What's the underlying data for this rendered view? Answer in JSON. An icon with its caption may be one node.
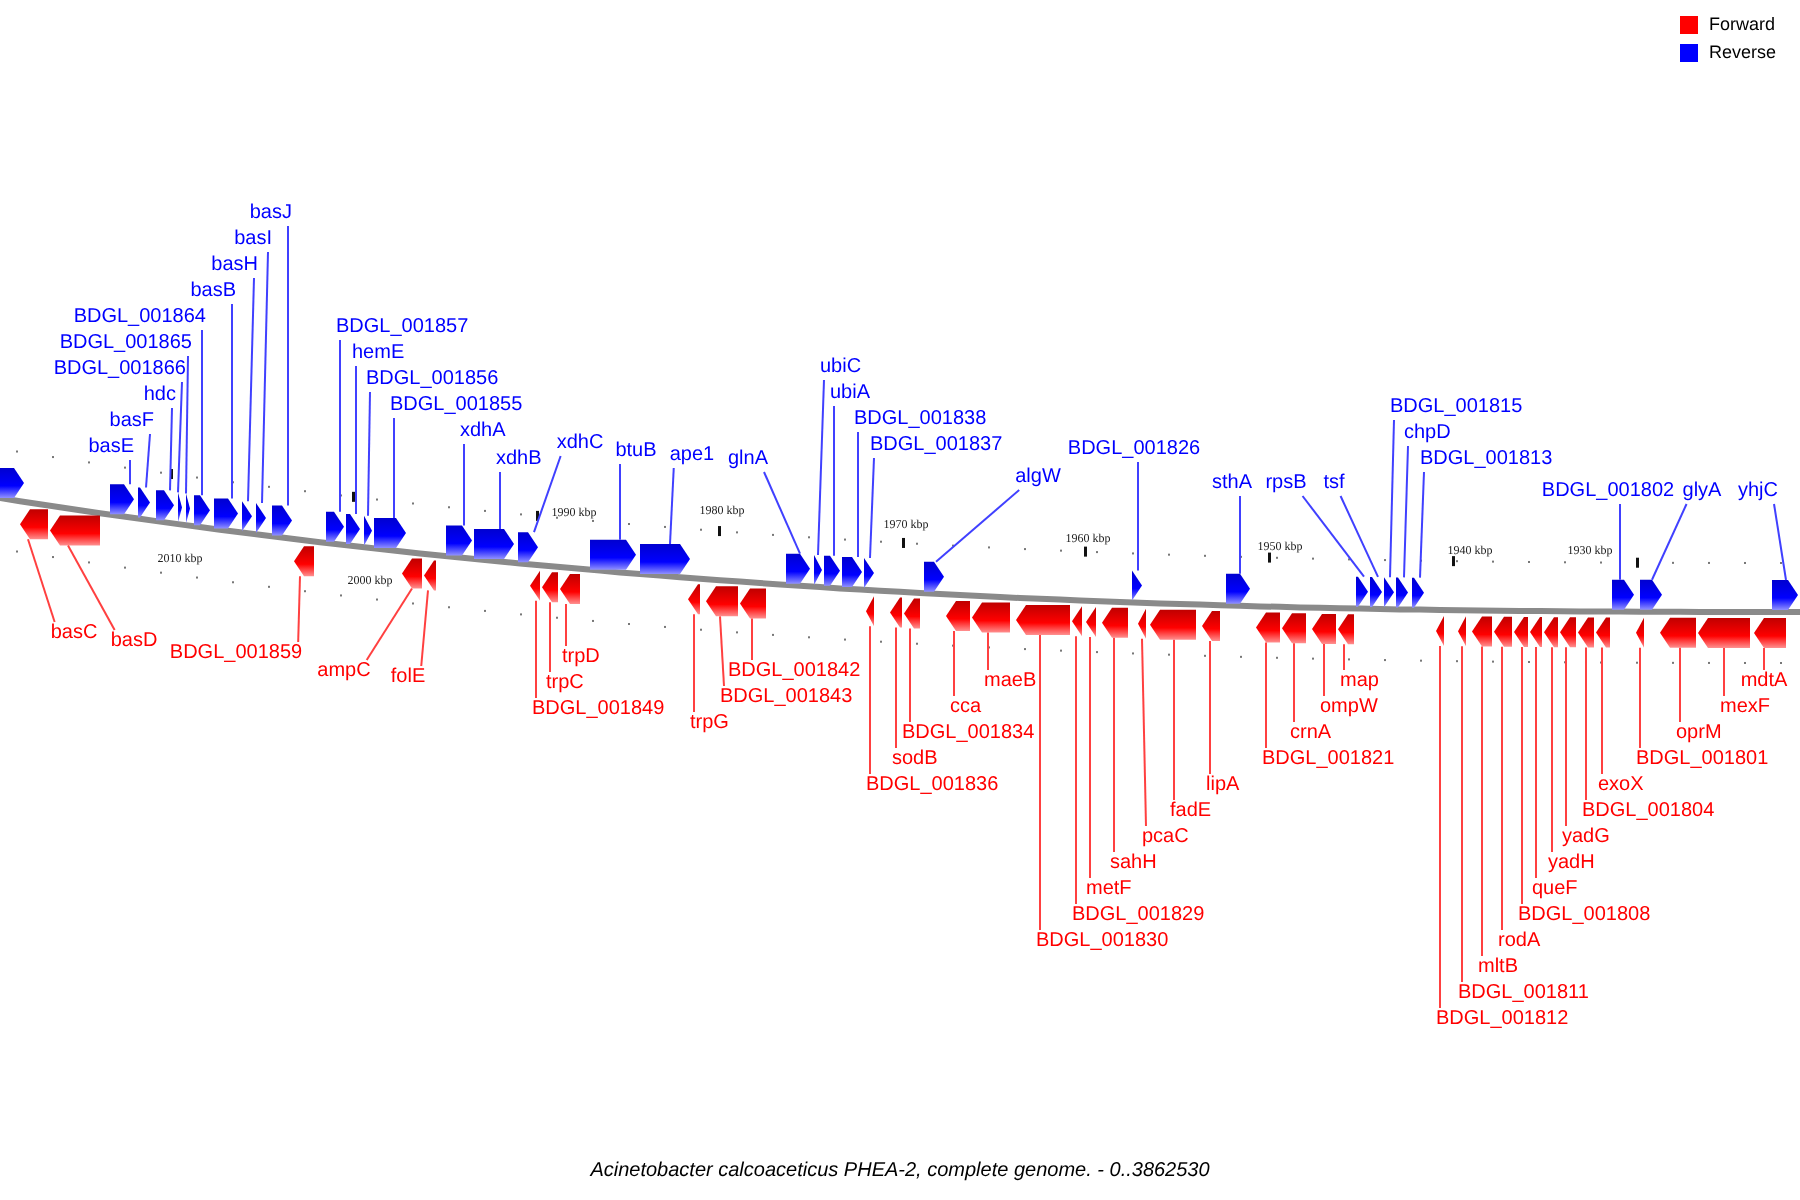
{
  "diagram": {
    "caption": "Acinetobacter calcoaceticus PHEA-2, complete genome. - 0..3862530",
    "nodes": [
      {
        "text": [
          "basE"
        ]
      },
      {
        "text": [
          "basF"
        ]
      },
      {
        "text": [
          "hdc"
        ]
      },
      {
        "text": [
          "BDGL_001866"
        ]
      },
      {
        "text": [
          "BDGL_001865"
        ]
      },
      {
        "text": [
          "BDGL_001864"
        ]
      },
      {
        "text": [
          "basB"
        ]
      },
      {
        "text": [
          "basH"
        ]
      },
      {
        "text": [
          "basI"
        ]
      },
      {
        "text": [
          "basJ"
        ]
      },
      {
        "text": [
          "BDGL_001857"
        ]
      },
      {
        "text": [
          "hemE"
        ]
      },
      {
        "text": [
          "BDGL_001856"
        ]
      },
      {
        "text": [
          "BDGL_001855"
        ]
      },
      {
        "text": [
          "xdhA"
        ]
      },
      {
        "text": [
          "xdhB"
        ]
      },
      {
        "text": [
          "xdhC"
        ]
      },
      {
        "text": [
          "btuB"
        ]
      },
      {
        "text": [
          "ape1"
        ]
      },
      {
        "text": [
          "glnA"
        ]
      },
      {
        "text": [
          "ubiC"
        ]
      },
      {
        "text": [
          "ubiA"
        ]
      },
      {
        "text": [
          "BDGL_001838"
        ]
      },
      {
        "text": [
          "BDGL_001837"
        ]
      },
      {
        "text": [
          "algW"
        ]
      },
      {
        "text": [
          "BDGL_001826"
        ]
      },
      {
        "text": [
          "sthA"
        ]
      },
      {
        "text": [
          "rpsB"
        ]
      },
      {
        "text": [
          "tsf"
        ]
      },
      {
        "text": [
          "BDGL_001815"
        ]
      },
      {
        "text": [
          "chpD"
        ]
      },
      {
        "text": [
          "BDGL_001813"
        ]
      },
      {
        "text": [
          "BDGL_001802"
        ]
      },
      {
        "text": [
          "glyA"
        ]
      },
      {
        "text": [
          "yhjC"
        ]
      },
      {
        "text": [
          "basC"
        ]
      },
      {
        "text": [
          "basD"
        ]
      },
      {
        "text": [
          "BDGL_001859"
        ]
      },
      {
        "text": [
          "ampC"
        ]
      },
      {
        "text": [
          "folE"
        ]
      },
      {
        "text": [
          "BDGL_001849"
        ]
      },
      {
        "text": [
          "trpC"
        ]
      },
      {
        "text": [
          "trpD"
        ]
      },
      {
        "text": [
          "trpG"
        ]
      },
      {
        "text": [
          "BDGL_001843"
        ]
      },
      {
        "text": [
          "BDGL_001842"
        ]
      },
      {
        "text": [
          "BDGL_001836"
        ]
      },
      {
        "text": [
          "sodB"
        ]
      },
      {
        "text": [
          "BDGL_001834"
        ]
      },
      {
        "text": [
          "cca"
        ]
      },
      {
        "text": [
          "maeB"
        ]
      },
      {
        "text": [
          "BDGL_001830"
        ]
      },
      {
        "text": [
          "BDGL_001829"
        ]
      },
      {
        "text": [
          "metF"
        ]
      },
      {
        "text": [
          "sahH"
        ]
      },
      {
        "text": [
          "pcaC"
        ]
      },
      {
        "text": [
          "fadE"
        ]
      },
      {
        "text": [
          "lipA"
        ]
      },
      {
        "text": [
          "BDGL_001821"
        ]
      },
      {
        "text": [
          "crnA"
        ]
      },
      {
        "text": [
          "ompW"
        ]
      },
      {
        "text": [
          "map"
        ]
      },
      {
        "text": [
          "BDGL_001812"
        ]
      },
      {
        "text": [
          "BDGL_001811"
        ]
      },
      {
        "text": [
          "mltB"
        ]
      },
      {
        "text": [
          "rodA"
        ]
      },
      {
        "text": [
          "BDGL_001808"
        ]
      },
      {
        "text": [
          "queF"
        ]
      },
      {
        "text": [
          "yadH"
        ]
      },
      {
        "text": [
          "yadG"
        ]
      },
      {
        "text": [
          "BDGL_001804"
        ]
      },
      {
        "text": [
          "exoX"
        ]
      },
      {
        "text": [
          "BDGL_001801"
        ]
      },
      {
        "text": [
          "oprM"
        ]
      },
      {
        "text": [
          "mexF"
        ]
      },
      {
        "text": [
          "mdtA"
        ]
      },
      {
        "text": [],
        "shape": "arrow"
      },
      {
        "text": [],
        "shape": "arrow"
      },
      {
        "text": [],
        "shape": "arrow"
      },
      {
        "text": [],
        "shape": "arrow"
      },
      {
        "text": [],
        "shape": "arrow"
      },
      {
        "text": [],
        "shape": "arrow"
      },
      {
        "text": [],
        "shape": "arrow"
      },
      {
        "text": [],
        "shape": "arrow"
      },
      {
        "text": [],
        "shape": "arrow"
      },
      {
        "text": [],
        "shape": "arrow"
      },
      {
        "text": [],
        "shape": "arrow"
      },
      {
        "text": [],
        "shape": "arrow"
      },
      {
        "text": [],
        "shape": "arrow"
      },
      {
        "text": [],
        "shape": "arrow"
      },
      {
        "text": [],
        "shape": "arrow"
      },
      {
        "text": [],
        "shape": "arrow"
      },
      {
        "text": [],
        "shape": "arrow"
      },
      {
        "text": [],
        "shape": "arrow"
      },
      {
        "text": [],
        "shape": "arrow"
      },
      {
        "text": [],
        "shape": "arrow"
      },
      {
        "text": [],
        "shape": "arrow"
      },
      {
        "text": [],
        "shape": "arrow"
      },
      {
        "text": [],
        "shape": "arrow"
      },
      {
        "text": [],
        "shape": "arrow"
      },
      {
        "text": [],
        "shape": "arrow"
      },
      {
        "text": [],
        "shape": "arrow"
      },
      {
        "text": [],
        "shape": "arrow"
      },
      {
        "text": [],
        "shape": "arrow"
      },
      {
        "text": [],
        "shape": "arrow"
      },
      {
        "text": [],
        "shape": "arrow"
      },
      {
        "text": [],
        "shape": "arrow"
      },
      {
        "text": [],
        "shape": "arrow"
      },
      {
        "text": [],
        "shape": "arrow"
      },
      {
        "text": [],
        "shape": "arrow"
      },
      {
        "text": [],
        "shape": "arrow"
      },
      {
        "text": [],
        "shape": "arrow"
      },
      {
        "text": [],
        "shape": "arrow"
      },
      {
        "text": [],
        "shape": "arrow"
      },
      {
        "text": [],
        "shape": "arrow"
      },
      {
        "text": [],
        "shape": "arrow"
      },
      {
        "text": [],
        "shape": "arrow"
      },
      {
        "text": [],
        "shape": "arrow"
      },
      {
        "text": [],
        "shape": "arrow"
      },
      {
        "text": [],
        "shape": "arrow"
      },
      {
        "text": [],
        "shape": "arrow"
      },
      {
        "text": [],
        "shape": "arrow"
      },
      {
        "text": [],
        "shape": "arrow"
      },
      {
        "text": [],
        "shape": "arrow"
      },
      {
        "text": [],
        "shape": "arrow"
      },
      {
        "text": [],
        "shape": "arrow"
      },
      {
        "text": [],
        "shape": "arrow"
      },
      {
        "text": [],
        "shape": "arrow"
      },
      {
        "text": [],
        "shape": "arrow"
      },
      {
        "text": [],
        "shape": "arrow"
      },
      {
        "text": [],
        "shape": "arrow"
      },
      {
        "text": [],
        "shape": "arrow"
      },
      {
        "text": [],
        "shape": "arrow"
      },
      {
        "text": [],
        "shape": "arrow"
      },
      {
        "text": [],
        "shape": "arrow"
      },
      {
        "text": [],
        "shape": "arrow"
      },
      {
        "text": [],
        "shape": "arrow"
      },
      {
        "text": [],
        "shape": "arrow"
      },
      {
        "text": [],
        "shape": "arrow"
      },
      {
        "text": [],
        "shape": "arrow"
      },
      {
        "text": [],
        "shape": "arrow"
      },
      {
        "text": [],
        "shape": "arrow"
      },
      {
        "text": [],
        "shape": "arrow"
      },
      {
        "text": [],
        "shape": "arrow"
      },
      {
        "text": [],
        "shape": "arrow"
      },
      {
        "text": [],
        "shape": "arrow"
      },
      {
        "text": [],
        "shape": "arrow"
      },
      {
        "text": [],
        "shape": "arrow"
      },
      {
        "text": [],
        "shape": "arrow"
      },
      {
        "text": [],
        "shape": "arrow"
      },
      {
        "text": [],
        "shape": "arrow"
      },
      {
        "text": [],
        "shape": "arrow"
      }
    ],
    "edges": [
      {
        "from": 0,
        "to": 76,
        "arrow": "none",
        "color": "#4040ff"
      },
      {
        "from": 1,
        "to": 77,
        "arrow": "none",
        "color": "#4040ff"
      },
      {
        "from": 2,
        "to": 78,
        "arrow": "none",
        "color": "#4040ff"
      },
      {
        "from": 3,
        "to": 79,
        "arrow": "none",
        "color": "#4040ff"
      },
      {
        "from": 4,
        "to": 80,
        "arrow": "none",
        "color": "#4040ff"
      },
      {
        "from": 5,
        "to": 81,
        "arrow": "none",
        "color": "#4040ff"
      },
      {
        "from": 6,
        "to": 82,
        "arrow": "none",
        "color": "#4040ff"
      },
      {
        "from": 7,
        "to": 83,
        "arrow": "none",
        "color": "#4040ff"
      },
      {
        "from": 8,
        "to": 84,
        "arrow": "none",
        "color": "#4040ff"
      },
      {
        "from": 9,
        "to": 85,
        "arrow": "none",
        "color": "#4040ff"
      },
      {
        "from": 10,
        "to": 86,
        "arrow": "none",
        "color": "#4040ff"
      },
      {
        "from": 11,
        "to": 87,
        "arrow": "none",
        "color": "#4040ff"
      },
      {
        "from": 12,
        "to": 88,
        "arrow": "none",
        "color": "#4040ff"
      },
      {
        "from": 13,
        "to": 89,
        "arrow": "none",
        "color": "#4040ff"
      },
      {
        "from": 14,
        "to": 90,
        "arrow": "none",
        "color": "#4040ff"
      },
      {
        "from": 15,
        "to": 91,
        "arrow": "none",
        "color": "#4040ff"
      },
      {
        "from": 16,
        "to": 92,
        "arrow": "none",
        "color": "#4040ff"
      },
      {
        "from": 17,
        "to": 93,
        "arrow": "none",
        "color": "#4040ff"
      },
      {
        "from": 18,
        "to": 94,
        "arrow": "none",
        "color": "#4040ff"
      },
      {
        "from": 19,
        "to": 95,
        "arrow": "none",
        "color": "#4040ff"
      },
      {
        "from": 20,
        "to": 96,
        "arrow": "none",
        "color": "#4040ff"
      },
      {
        "from": 21,
        "to": 97,
        "arrow": "none",
        "color": "#4040ff"
      },
      {
        "from": 22,
        "to": 98,
        "arrow": "none",
        "color": "#4040ff"
      },
      {
        "from": 23,
        "to": 99,
        "arrow": "none",
        "color": "#4040ff"
      },
      {
        "from": 24,
        "to": 100,
        "arrow": "none",
        "color": "#4040ff"
      },
      {
        "from": 25,
        "to": 101,
        "arrow": "none",
        "color": "#4040ff"
      },
      {
        "from": 26,
        "to": 102,
        "arrow": "none",
        "color": "#4040ff"
      },
      {
        "from": 27,
        "to": 103,
        "arrow": "none",
        "color": "#4040ff"
      },
      {
        "from": 28,
        "to": 104,
        "arrow": "none",
        "color": "#4040ff"
      },
      {
        "from": 29,
        "to": 105,
        "arrow": "none",
        "color": "#4040ff"
      },
      {
        "from": 30,
        "to": 106,
        "arrow": "none",
        "color": "#4040ff"
      },
      {
        "from": 31,
        "to": 107,
        "arrow": "none",
        "color": "#4040ff"
      },
      {
        "from": 32,
        "to": 108,
        "arrow": "none",
        "color": "#4040ff"
      },
      {
        "from": 33,
        "to": 109,
        "arrow": "none",
        "color": "#4040ff"
      },
      {
        "from": 34,
        "to": 110,
        "arrow": "none",
        "color": "#4040ff"
      },
      {
        "from": 35,
        "to": 111,
        "arrow": "none"
      },
      {
        "from": 36,
        "to": 112,
        "arrow": "none"
      },
      {
        "from": 37,
        "to": 113,
        "arrow": "none"
      },
      {
        "from": 38,
        "to": 114,
        "arrow": "none"
      },
      {
        "from": 39,
        "to": 115,
        "arrow": "none"
      },
      {
        "from": 40,
        "to": 116,
        "arrow": "none"
      },
      {
        "from": 41,
        "to": 117,
        "arrow": "none"
      },
      {
        "from": 42,
        "to": 118,
        "arrow": "none"
      },
      {
        "from": 43,
        "to": 119,
        "arrow": "none"
      },
      {
        "from": 44,
        "to": 120,
        "arrow": "none"
      },
      {
        "from": 45,
        "to": 121,
        "arrow": "none"
      },
      {
        "from": 46,
        "to": 122,
        "arrow": "none"
      },
      {
        "from": 47,
        "to": 123,
        "arrow": "none"
      },
      {
        "from": 48,
        "to": 124,
        "arrow": "none"
      },
      {
        "from": 49,
        "to": 125,
        "arrow": "none"
      },
      {
        "from": 50,
        "to": 126,
        "arrow": "none"
      },
      {
        "from": 51,
        "to": 127,
        "arrow": "none"
      },
      {
        "from": 52,
        "to": 128,
        "arrow": "none"
      },
      {
        "from": 53,
        "to": 129,
        "arrow": "none"
      },
      {
        "from": 54,
        "to": 130,
        "arrow": "none"
      },
      {
        "from": 55,
        "to": 131,
        "arrow": "none"
      },
      {
        "from": 56,
        "to": 132,
        "arrow": "none"
      },
      {
        "from": 57,
        "to": 133,
        "arrow": "none"
      },
      {
        "from": 58,
        "to": 134,
        "arrow": "none"
      },
      {
        "from": 59,
        "to": 135,
        "arrow": "none"
      },
      {
        "from": 60,
        "to": 136,
        "arrow": "none"
      },
      {
        "from": 61,
        "to": 137,
        "arrow": "none"
      },
      {
        "from": 62,
        "to": 138,
        "arrow": "none"
      },
      {
        "from": 63,
        "to": 139,
        "arrow": "none"
      },
      {
        "from": 64,
        "to": 140,
        "arrow": "none"
      },
      {
        "from": 65,
        "to": 141,
        "arrow": "none"
      },
      {
        "from": 66,
        "to": 142,
        "arrow": "none"
      },
      {
        "from": 67,
        "to": 143,
        "arrow": "none"
      },
      {
        "from": 68,
        "to": 144,
        "arrow": "none"
      },
      {
        "from": 69,
        "to": 145,
        "arrow": "none"
      },
      {
        "from": 70,
        "to": 146,
        "arrow": "none"
      },
      {
        "from": 71,
        "to": 147,
        "arrow": "none"
      },
      {
        "from": 72,
        "to": 148,
        "arrow": "none"
      },
      {
        "from": 73,
        "to": 149,
        "arrow": "none"
      },
      {
        "from": 74,
        "to": 150,
        "arrow": "none"
      },
      {
        "from": 75,
        "to": 151,
        "arrow": "none"
      }
    ],
    "labels": [
      "2010 kbp",
      "2000 kbp",
      "1990 kbp",
      "1980 kbp",
      "1970 kbp",
      "1960 kbp",
      "1950 kbp",
      "1940 kbp",
      "1930 kbp"
    ],
    "legend": [
      {
        "text": "Forward",
        "color": "#ff0000"
      },
      {
        "text": "Reverse",
        "color": "#0000ff"
      }
    ]
  }
}
